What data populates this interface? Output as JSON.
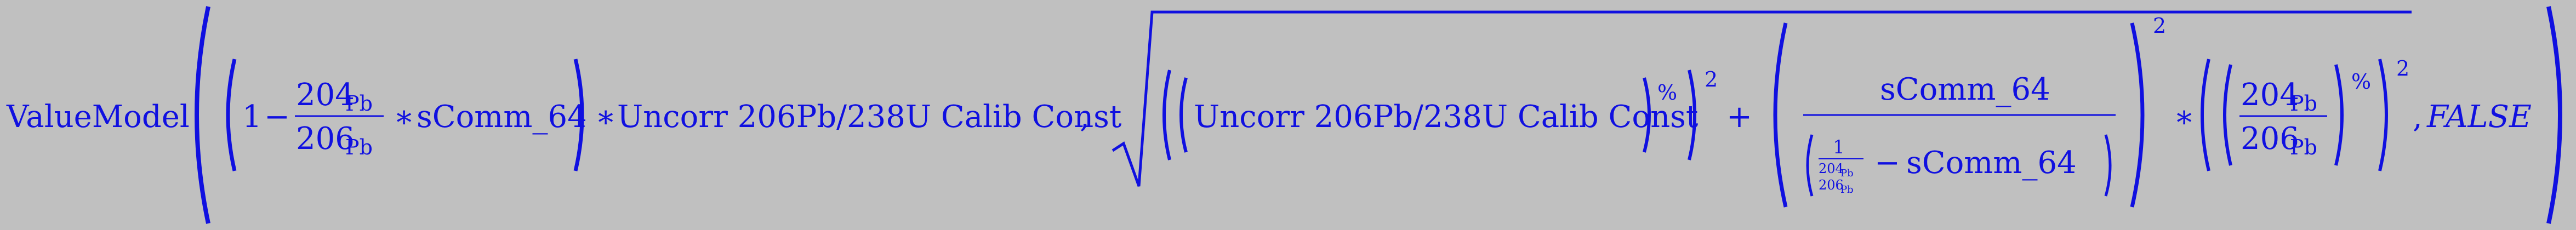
{
  "colors": {
    "background": "#c0c0c0",
    "ink": "#1010e0"
  },
  "formula": {
    "func_name": "ValueModel",
    "one": "1",
    "minus": "−",
    "times": "∗",
    "comma": ",",
    "plus": "+",
    "squared": "2",
    "percent": "%",
    "pb_sub": "Pb",
    "num_204": "204",
    "num_206": "206",
    "scomm": "sComm_64",
    "uncorr_const": "Uncorr 206Pb/238U Calib Const",
    "false_text": "FALSE"
  }
}
